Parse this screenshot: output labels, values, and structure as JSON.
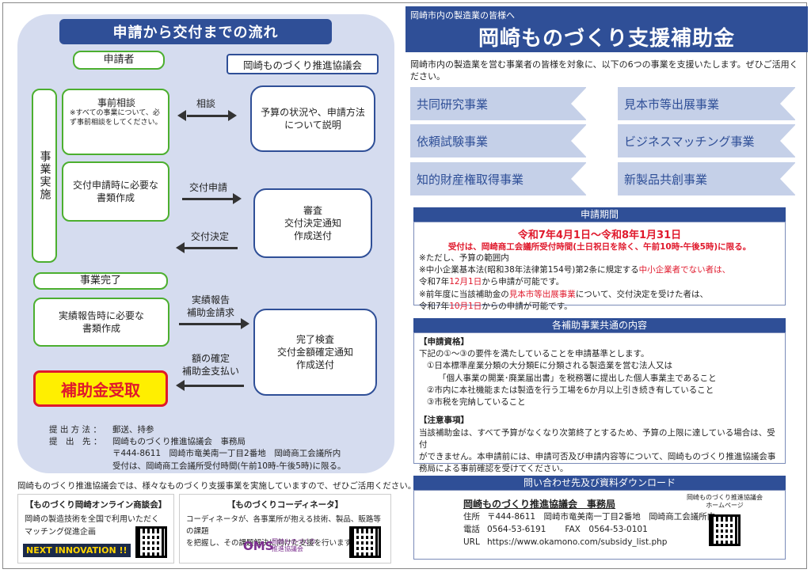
{
  "left": {
    "title": "申請から交付までの流れ",
    "applicant": "申請者",
    "council": "岡崎ものづくり推進協議会",
    "side_label": "事業実施",
    "consult": {
      "title": "事前相談",
      "note": "※すべての事業について、必ず事前相談をしてください。"
    },
    "consult_arrow": "相談",
    "explain": "予算の状況や、申請方法について説明",
    "prepare": "交付申請時に必要な書類作成",
    "apply_arrow": "交付申請",
    "review": "審査\n交付決定通知\n作成送付",
    "decision_arrow": "交付決定",
    "completed": "事業完了",
    "report": "実績報告時に必要な書類作成",
    "report_arrow": "実績報告\n補助金請求",
    "inspect": "完了検査\n交付金額確定通知\n作成送付",
    "pay_arrow": "額の確定\n補助金支払い",
    "receive": "補助金受取",
    "submit_method_label": "提 出 方 法 ：",
    "submit_method": "郵送、持参",
    "submit_to_label": "提　出　先 ：",
    "submit_to": "岡崎ものづくり推進協議会　事務局",
    "address": "〒444-8611　岡崎市竜美南一丁目2番地　岡崎商工会議所内",
    "hours": "受付は、岡崎商工会議所受付時間(午前10時-午後5時)に限る。"
  },
  "bottom": {
    "note": "岡崎ものづくり推進協議会では、様々なものづくり支援事業を実施していますので、ぜひご活用ください。",
    "card1_title": "【ものづくり岡崎オンライン商談会】",
    "card1_text1": "岡崎の製造技術を全国で利用いただく",
    "card1_text2": "マッチング促進企画",
    "card1_logo": "NEXT INNOVATION !!",
    "card2_title": "【ものづくりコーディネータ】",
    "card2_text1": "コーディネータが、各事業所が抱える技術、製品、販路等の課題",
    "card2_text2": "を把握し、その課題解決に向けた支援を行います。",
    "card2_logo": "OMS",
    "card2_logo_sub": "岡崎ものづくり推進協議会"
  },
  "right": {
    "header_sub": "岡崎市内の製造業の皆様へ",
    "header_title": "岡崎ものづくり支援補助金",
    "intro": "岡崎市内の製造業を営む事業者の皆様を対象に、以下の6つの事業を支援いたします。ぜひご活用ください。",
    "projects": [
      "共同研究事業",
      "見本市等出展事業",
      "依頼試験事業",
      "ビジネスマッチング事業",
      "知的財産権取得事業",
      "新製品共創事業"
    ],
    "period_head": "申請期間",
    "period_main": "令和7年4月1日～令和8年1月31日",
    "period_sub": "受付は、岡崎商工会議所受付時間(土日祝日を除く、午前10時-午後5時)に限る。",
    "period_n1": "※ただし、予算の範囲内",
    "period_n2a": "※中小企業基本法(昭和38年法律第154号)第2条に規定する",
    "period_n2b": "中小企業者でない者は、",
    "period_n3a": "令和7年",
    "period_n3b": "12月1日",
    "period_n3c": "から申請が可能です。",
    "period_n4a": "※前年度に当該補助金の",
    "period_n4b": "見本市等出展事業",
    "period_n4c": "について、交付決定を受けた者は、",
    "period_n5a": "令和7年",
    "period_n5b": "10月1日",
    "period_n5c": "からの申請が可能です。",
    "common_head": "各補助事業共通の内容",
    "qual_title": "【申請資格】",
    "qual_intro": "下記の①～③の要件を満たしていることを申請基準とします。",
    "qual1": "①日本標準産業分類の大分類Eに分類される製造業を営む法人又は",
    "qual1b": "「個人事業の開業･廃業届出書」を税務署に提出した個人事業主であること",
    "qual2": "②市内に本社機能または製造を行う工場を6か月以上引き続き有していること",
    "qual3": "③市税を完納していること",
    "caution_title": "【注意事項】",
    "caution1": "当該補助金は、すべて予算がなくなり次第終了とするため、予算の上限に達している場合は、受付",
    "caution2": "ができません。本申請前には、申請可否及び申請内容等について、岡崎ものづくり推進協議会事",
    "caution3": "務局による事前確認を受けてください。",
    "contact_head": "問い合わせ先及び資料ダウンロード",
    "contact_org": "岡崎ものづくり推進協議会　事務局",
    "addr_label": "住所",
    "addr": "〒444-8611　岡崎市竜美南一丁目2番地　岡崎商工会議所内",
    "tel_label": "電話",
    "tel": "0564-53-6191",
    "fax_label": "FAX",
    "fax": "0564-53-0101",
    "url_label": "URL",
    "url": "https://www.okamono.com/subsidy_list.php",
    "hp_label1": "岡崎ものづくり推進協議会",
    "hp_label2": "ホームページ"
  }
}
